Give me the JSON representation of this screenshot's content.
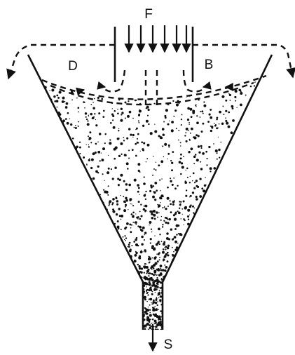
{
  "labels": {
    "feed": "F",
    "left": "D",
    "right": "B",
    "bottom": "S"
  },
  "colors": {
    "ink": "#111111",
    "background": "#ffffff"
  }
}
